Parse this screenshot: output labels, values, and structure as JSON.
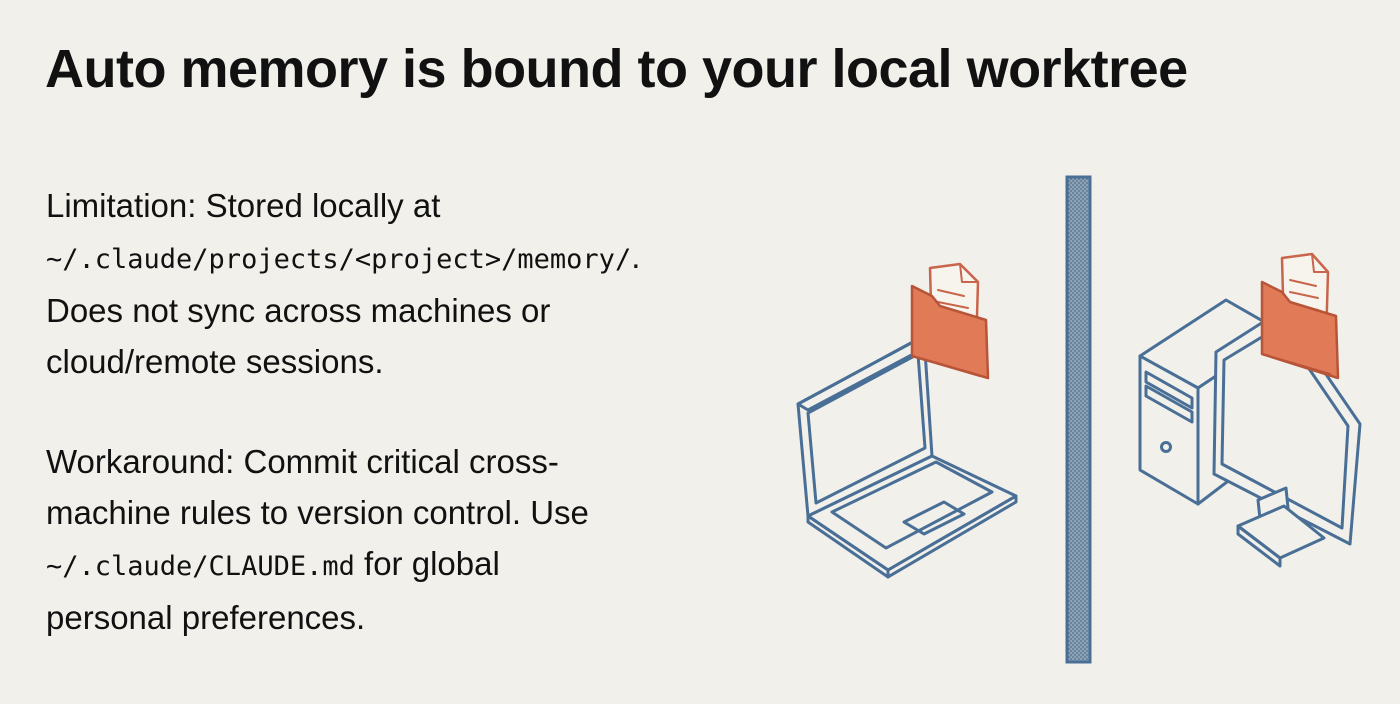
{
  "title": "Auto memory is bound to your local worktree",
  "limitation": {
    "label": "Limitation:",
    "text1": "Stored locally at",
    "path": "~/.claude/projects/<project>/memory/",
    "period": ".",
    "text2": "Does not sync across machines or",
    "text3": "cloud/remote sessions."
  },
  "workaround": {
    "label": "Workaround:",
    "text1": "Commit critical cross-",
    "text2": "machine rules to version control. Use",
    "path": "~/.claude/CLAUDE.md",
    "text3": "for global",
    "text4": "personal preferences."
  },
  "colors": {
    "background": "#f1f0eb",
    "line_art": "#4a6f96",
    "folder": "#e07a57",
    "divider": "#5d7f9f"
  },
  "icons": [
    "laptop-icon",
    "folder-document-icon",
    "divider-wall",
    "desktop-computer-icon",
    "folder-document-icon"
  ]
}
